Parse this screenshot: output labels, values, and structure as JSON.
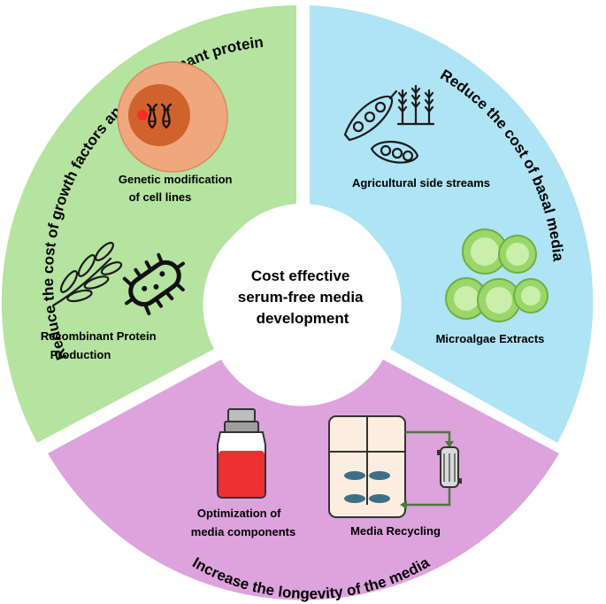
{
  "center": {
    "lines": [
      "Cost effective",
      "serum-free media",
      "development"
    ]
  },
  "segments": {
    "growth_factors": {
      "title": "Reduce the cost of growth factors and recombinant protein",
      "color": "#b5e3a0",
      "items": {
        "genetic": [
          "Genetic modification",
          "of cell lines"
        ],
        "recombinant": [
          "Recombinant Protein",
          "Production"
        ]
      }
    },
    "basal_media": {
      "title": "Reduce the cost of basal media",
      "color": "#aee4f4",
      "items": {
        "agri": [
          "Agricultural side streams"
        ],
        "algae": [
          "Microalgae Extracts"
        ]
      }
    },
    "longevity": {
      "title": "Increase the longevity of the media",
      "color": "#dda3dd",
      "items": {
        "optimization": [
          "Optimization of",
          "media components"
        ],
        "recycling": [
          "Media Recycling"
        ]
      }
    }
  },
  "colors": {
    "dna_cell_outer": "#f1a77e",
    "dna_cell_inner": "#d0632b",
    "bottle_fill": "#ee3030",
    "algae_green": "#9bd66a",
    "bioreactor_fill": "#fbeee0",
    "impeller": "#3f6f87"
  }
}
